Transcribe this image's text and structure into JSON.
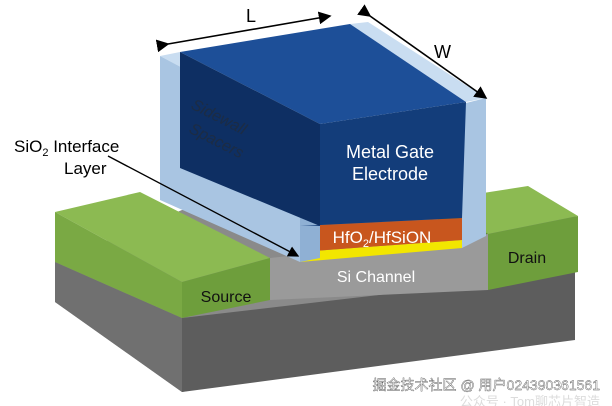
{
  "labels": {
    "length": "L",
    "width": "W",
    "sidewall_line1": "Sidewall",
    "sidewall_line2": "Spacers",
    "interface_line1_prefix": "SiO",
    "interface_line1_sub": "2",
    "interface_line1_suffix": " Interface",
    "interface_line2": "Layer",
    "gate_line1": "Metal Gate",
    "gate_line2": "Electrode",
    "dielectric_prefix": "HfO",
    "dielectric_sub": "2",
    "dielectric_suffix": "/HfSiON",
    "channel": "Si Channel",
    "source": "Source",
    "drain": "Drain"
  },
  "watermark": {
    "line1": "掘金技术社区 @ 用户024390361561",
    "line2": "公众号 · Tom聊芯片智造"
  },
  "colors": {
    "gate_top": "#1d4f98",
    "gate_front": "#133d7a",
    "gate_side": "#0e2f63",
    "spacer": "#a9c5e2",
    "spacer_light": "#c9ddf1",
    "dielectric": "#c8561e",
    "interface": "#f2e600",
    "source_drain": "#6e9e3c",
    "substrate": "#6f6f6f"
  }
}
